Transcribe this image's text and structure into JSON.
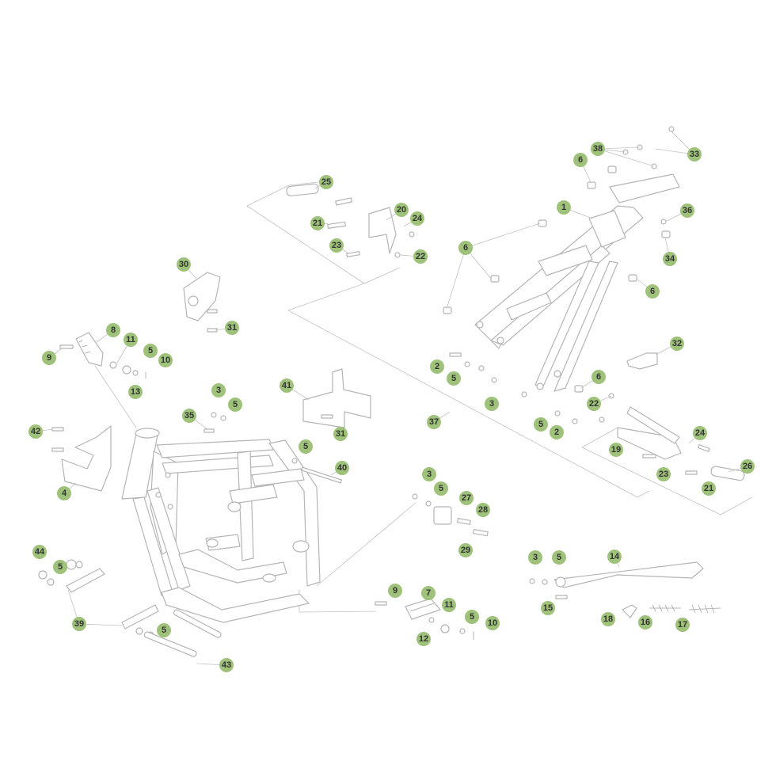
{
  "diagram": {
    "callout_color": "#9fc27a",
    "line_color": "#b5b5b5",
    "callouts": [
      {
        "id": "25",
        "label": "25"
      },
      {
        "id": "20",
        "label": "20"
      },
      {
        "id": "24",
        "label": "24"
      },
      {
        "id": "21",
        "label": "21"
      },
      {
        "id": "23",
        "label": "23"
      },
      {
        "id": "22",
        "label": "22"
      },
      {
        "id": "30",
        "label": "30"
      },
      {
        "id": "31",
        "label": "31"
      },
      {
        "id": "8",
        "label": "8"
      },
      {
        "id": "11",
        "label": "11"
      },
      {
        "id": "5",
        "label": "5"
      },
      {
        "id": "10",
        "label": "10"
      },
      {
        "id": "9",
        "label": "9"
      },
      {
        "id": "13",
        "label": "13"
      },
      {
        "id": "38",
        "label": "38"
      },
      {
        "id": "33",
        "label": "33"
      },
      {
        "id": "6",
        "label": "6"
      },
      {
        "id": "1",
        "label": "1"
      },
      {
        "id": "36",
        "label": "36"
      },
      {
        "id": "34",
        "label": "34"
      },
      {
        "id": "32",
        "label": "32"
      },
      {
        "id": "2",
        "label": "2"
      },
      {
        "id": "3",
        "label": "3"
      },
      {
        "id": "37",
        "label": "37"
      },
      {
        "id": "19",
        "label": "19"
      },
      {
        "id": "26",
        "label": "26"
      },
      {
        "id": "41",
        "label": "41"
      },
      {
        "id": "35",
        "label": "35"
      },
      {
        "id": "42",
        "label": "42"
      },
      {
        "id": "40",
        "label": "40"
      },
      {
        "id": "4",
        "label": "4"
      },
      {
        "id": "27",
        "label": "27"
      },
      {
        "id": "28",
        "label": "28"
      },
      {
        "id": "29",
        "label": "29"
      },
      {
        "id": "44",
        "label": "44"
      },
      {
        "id": "39",
        "label": "39"
      },
      {
        "id": "43",
        "label": "43"
      },
      {
        "id": "7",
        "label": "7"
      },
      {
        "id": "12",
        "label": "12"
      },
      {
        "id": "14",
        "label": "14"
      },
      {
        "id": "15",
        "label": "15"
      },
      {
        "id": "18",
        "label": "18"
      },
      {
        "id": "16",
        "label": "16"
      },
      {
        "id": "17",
        "label": "17"
      }
    ]
  }
}
